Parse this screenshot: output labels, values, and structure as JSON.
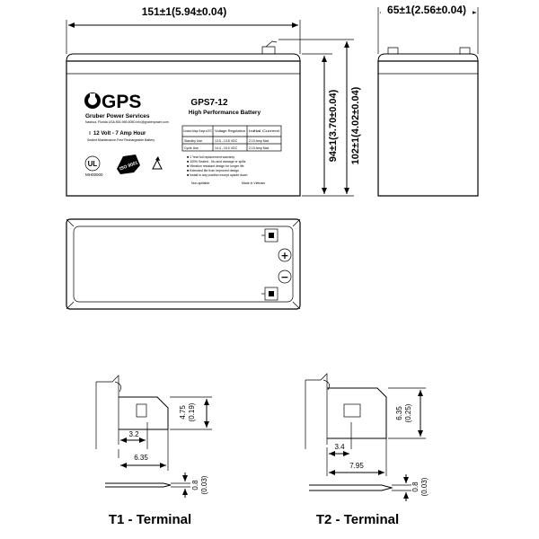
{
  "dimensions": {
    "length": "151±1(5.94±0.04)",
    "width": "65±1(2.56±0.04)",
    "height_case": "94±1(3.70±0.04)",
    "height_total": "102±1(4.02±0.04)"
  },
  "label": {
    "brand": "GPS",
    "company": "Gruber Power Services",
    "company_info": "Nashua, Florida USA   800-969-5050   info@gruberpower.com",
    "model": "GPS7-12",
    "subtitle": "High Performance Battery",
    "rating": "12 Volt - 7  Amp Hour",
    "type_line": "Sealed Maintenance-Free Rechargeable Battery",
    "table_headers": [
      "Constant Voltage Charge at 25°C",
      "Voltage Regulation",
      "Initial Current"
    ],
    "table_rows": [
      [
        "Standby Use",
        "13.5 - 13.8 VDC",
        "2.10 Amp Max"
      ],
      [
        "Cycle Use",
        "14.4 - 15.0 VDC",
        "2.10 Amp Max"
      ]
    ],
    "features": [
      "1 Year full replacement warranty",
      "100% Sealed - No acid damage or spills",
      "Vibration resistant design for longer life",
      "Extended life from improved design",
      "Install in any position except upside down"
    ],
    "ul_code": "MH00000",
    "iso_badge": "ISO 9001",
    "non_spillable": "Non-spillable",
    "made_in": "Made in Vietnam"
  },
  "polarity": {
    "positive": "+",
    "negative": "−"
  },
  "t1": {
    "caption": "T1 - Terminal",
    "dim_height": "4.75",
    "dim_height_in": "(0.19)",
    "dim_a": "3.2",
    "dim_b": "6.35",
    "dim_thk": "0.8",
    "dim_thk_in": "(0.03)"
  },
  "t2": {
    "caption": "T2 - Terminal",
    "dim_height": "6.35",
    "dim_height_in": "(0.25)",
    "dim_a": "3.4",
    "dim_b": "7.95",
    "dim_thk": "0.8",
    "dim_thk_in": "(0.03)"
  }
}
